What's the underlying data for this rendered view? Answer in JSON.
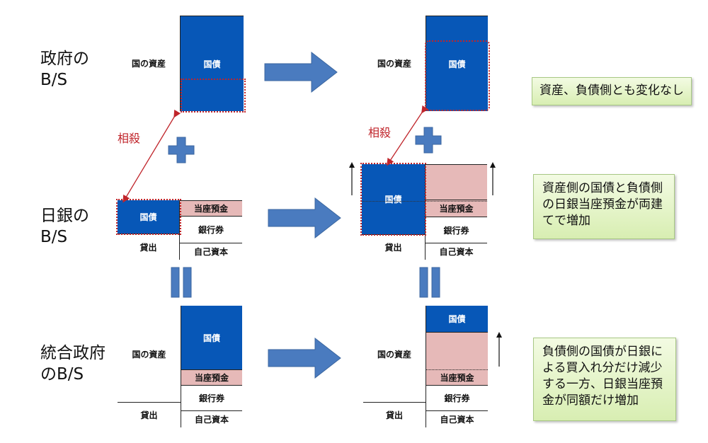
{
  "rows": {
    "gov": {
      "label_l1": "政府の",
      "label_l2": "B/S"
    },
    "boj": {
      "label_l1": "日銀の",
      "label_l2": "B/S"
    },
    "consolidated": {
      "label_l1": "統合政府",
      "label_l2": "のB/S"
    }
  },
  "cells": {
    "national_assets": "国の資産",
    "jgb": "国債",
    "current_deposits": "当座預金",
    "banknotes": "銀行券",
    "loans": "貸出",
    "equity": "自己資本"
  },
  "sousai_label": "相殺",
  "notes": {
    "gov": "資産、負債側とも変化なし",
    "boj": "資産側の国債と負債側の日銀当座預金が両建てで増加",
    "consolidated": "負債側の国債が日銀による買入れ分だけ減少する一方、日銀当座預金が同額だけ増加"
  },
  "colors": {
    "jgb_blue": "#0757b7",
    "deposit_pink": "#e6b9b8",
    "arrow_blue": "#4a7bbf",
    "offset_red": "#c0252b",
    "note_green": "#d8eeb2"
  },
  "icons": {
    "flow": "right-arrow-icon",
    "plus": "plus-icon",
    "equals": "equals-icon",
    "increase": "up-arrow-icon"
  }
}
